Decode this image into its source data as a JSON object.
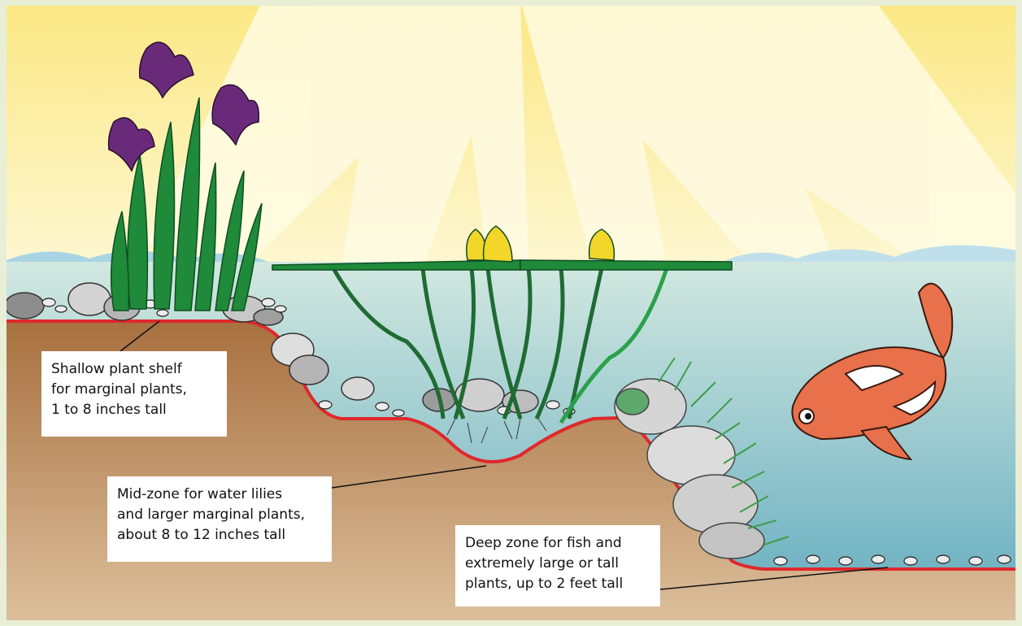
{
  "labels": {
    "shallow": [
      "Shallow plant shelf",
      "for marginal plants,",
      "1 to 8 inches tall"
    ],
    "mid": [
      "Mid-zone for water lilies",
      "and larger marginal plants,",
      "about 8 to 12 inches tall"
    ],
    "deep": [
      "Deep zone for fish and",
      "extremely large or tall",
      "plants, up to 2 feet tall"
    ]
  },
  "colors": {
    "frame": "#e9eed6",
    "sky": "#fdf6c4",
    "water": "#9fcfd3",
    "soil_top": "#b07a4c",
    "soil_bottom": "#d8b690",
    "liner": "#e0282c",
    "leaf": "#1f8a3a",
    "iris": "#6a2a7a",
    "lily_flower": "#f2d629",
    "koi_orange": "#e8704a",
    "rock": "#c9c9c9"
  },
  "icons": [
    "iris-plant-icon",
    "water-lily-icon",
    "koi-fish-icon",
    "sun-rays-icon",
    "rock-icon",
    "grass-icon"
  ]
}
